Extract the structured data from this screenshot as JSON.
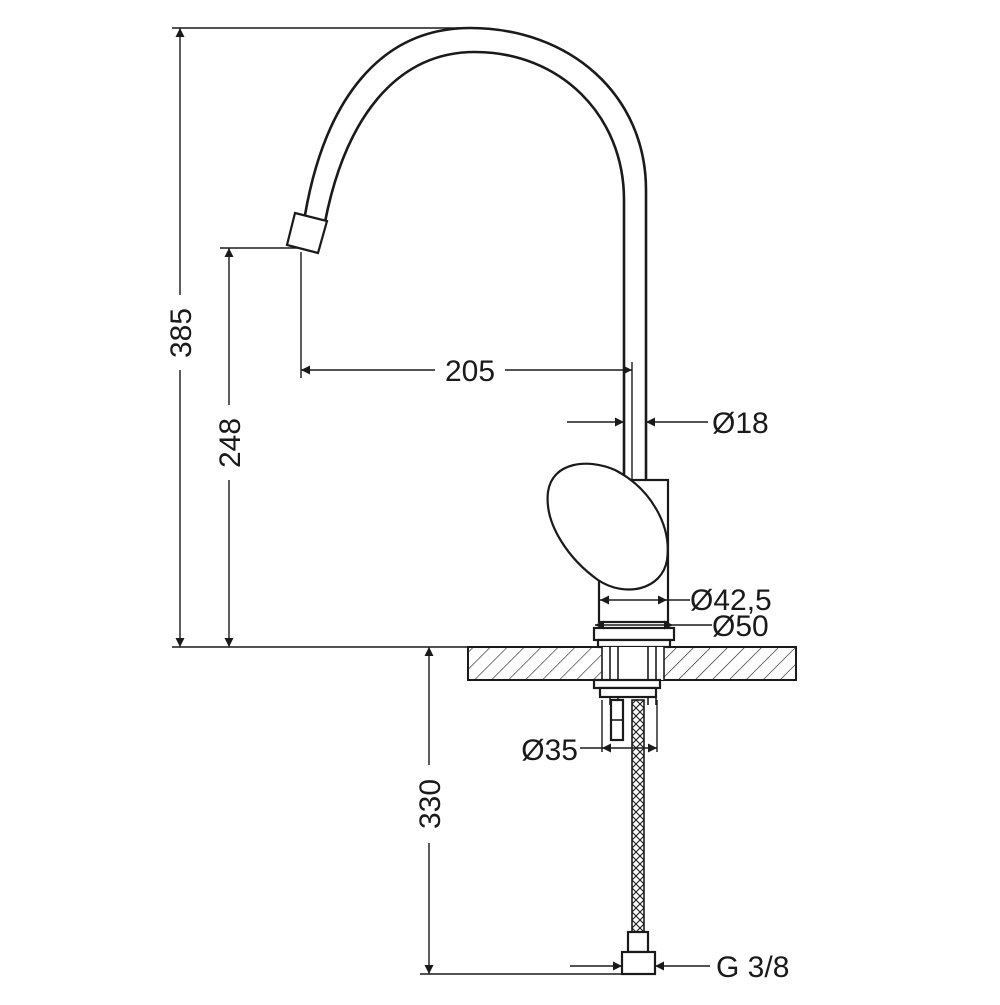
{
  "dimensions": {
    "total_height": "385",
    "spout_height": "248",
    "spout_reach": "205",
    "spout_diameter": "Ø18",
    "body_diameter": "Ø42,5",
    "base_diameter": "Ø50",
    "shank_diameter": "Ø35",
    "hose_length": "330",
    "connection_thread": "G 3/8"
  },
  "colors": {
    "line": "#1a1a1a",
    "background": "#ffffff"
  }
}
